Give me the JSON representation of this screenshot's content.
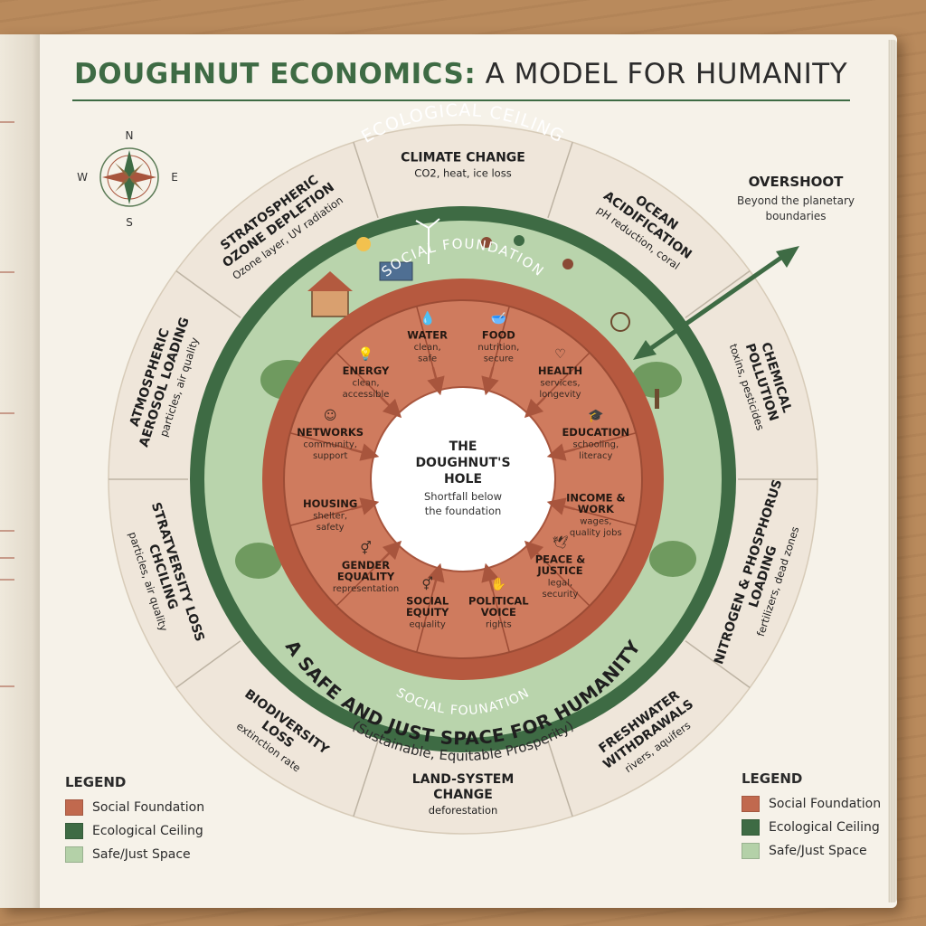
{
  "title": {
    "main": "DOUGHNUT ECONOMICS:",
    "sub": " A MODEL FOR HUMANITY"
  },
  "compass": {
    "n": "N",
    "s": "S",
    "e": "E",
    "w": "W"
  },
  "ring_labels": {
    "ecological_ceiling": "ECOLOGICAL CEILING",
    "social_foundation_top": "SOCIAL FOUNDATION",
    "social_foundation_bottom": "SOCIAL FOUNATION",
    "safe_space": "A SAFE AND JUST SPACE FOR HUMANITY",
    "safe_space_sub": "(Sustainable, Equitable Prosperity)"
  },
  "overshoot": {
    "title": "OVERSHOOT",
    "line1": "Beyond the planetary",
    "line2": "boundaries"
  },
  "hole": {
    "line1": "THE",
    "line2": "DOUGHNUT'S",
    "line3": "HOLE",
    "sub1": "Shortfall below",
    "sub2": "the foundation"
  },
  "social_sectors": [
    {
      "icon": "water-drop-icon",
      "title": [
        "WATER"
      ],
      "sub": [
        "clean,",
        "safe"
      ]
    },
    {
      "icon": "food-bowl-icon",
      "title": [
        "FOOD"
      ],
      "sub": [
        "nutrition,",
        "secure"
      ]
    },
    {
      "icon": "heart-pulse-icon",
      "title": [
        "HEALTH"
      ],
      "sub": [
        "services,",
        "longevity"
      ]
    },
    {
      "icon": "graduation-cap-icon",
      "title": [
        "EDUCATION"
      ],
      "sub": [
        "schooling,",
        "literacy"
      ]
    },
    {
      "icon": "",
      "title": [
        "INCOME &",
        "WORK"
      ],
      "sub": [
        "wages,",
        "quality jobs"
      ]
    },
    {
      "icon": "dove-icon",
      "title": [
        "PEACE &",
        "JUSTICE"
      ],
      "sub": [
        "legal,",
        "security"
      ]
    },
    {
      "icon": "raised-hand-icon",
      "title": [
        "POLITICAL",
        "VOICE"
      ],
      "sub": [
        "rights"
      ]
    },
    {
      "icon": "equality-symbol-icon",
      "title": [
        "SOCIAL",
        "EQUITY"
      ],
      "sub": [
        "equality"
      ]
    },
    {
      "icon": "gender-symbol-icon",
      "title": [
        "GENDER",
        "EQUALITY"
      ],
      "sub": [
        "representation"
      ]
    },
    {
      "icon": "",
      "title": [
        "HOUSING"
      ],
      "sub": [
        "shelter,",
        "safety"
      ]
    },
    {
      "icon": "people-network-icon",
      "title": [
        "NETWORKS"
      ],
      "sub": [
        "community,",
        "support"
      ]
    },
    {
      "icon": "lightbulb-icon",
      "title": [
        "ENERGY"
      ],
      "sub": [
        "clean,",
        "accessible"
      ]
    }
  ],
  "eco_sectors": [
    {
      "title": [
        "CLIMATE CHANGE"
      ],
      "sub": [
        "CO2, heat, ice loss"
      ]
    },
    {
      "title": [
        "OCEAN",
        "ACIDIFICATION"
      ],
      "sub": [
        "pH reduction, coral"
      ]
    },
    {
      "title": [
        "CHEMICAL",
        "POLLUTION"
      ],
      "sub": [
        "toxins, pesticides"
      ]
    },
    {
      "title": [
        "NITROGEN & PHOSPHORUS",
        "LOADING"
      ],
      "sub": [
        "fertilizers, dead zones"
      ]
    },
    {
      "title": [
        "FRESHWATER",
        "WITHDRAWALS"
      ],
      "sub": [
        "rivers, aquifers"
      ]
    },
    {
      "title": [
        "LAND-SYSTEM",
        "CHANGE"
      ],
      "sub": [
        "deforestation"
      ]
    },
    {
      "title": [
        "BIODIVERSITY",
        "LOSS"
      ],
      "sub": [
        "extinction rate"
      ]
    },
    {
      "title": [
        "STRATVERSITY LOSS",
        "CHCILING"
      ],
      "sub": [
        "particles, air quality"
      ]
    },
    {
      "title": [
        "ATMOSPHERIC",
        "AEROSOL LOADING"
      ],
      "sub": [
        "particles, air quality"
      ]
    },
    {
      "title": [
        "STRATOSPHERIC",
        "OZONE DEPLETION"
      ],
      "sub": [
        "Ozone layer, UV radiation"
      ]
    }
  ],
  "legend_left": {
    "heading": "LEGEND",
    "items": [
      {
        "label": "Social Foundation",
        "color": "#c1694e"
      },
      {
        "label": "Ecological Ceiling",
        "color": "#3e6b44"
      },
      {
        "label": "Safe/Just Space",
        "color": "#b4d1a8"
      }
    ]
  },
  "legend_right": {
    "heading": "LEGEND",
    "items": [
      {
        "label": "Social Foundation",
        "color": "#c1694e"
      },
      {
        "label": "Ecological Ceiling",
        "color": "#3e6b44"
      },
      {
        "label": "Safe/Just Space",
        "color": "#b4d1a8"
      }
    ]
  },
  "colors": {
    "social": "#c1694e",
    "social_dark": "#a8553d",
    "ceiling": "#3e6b44",
    "safe": "#b9d4ac",
    "outer": "#efe6da",
    "hole": "#ffffff"
  }
}
